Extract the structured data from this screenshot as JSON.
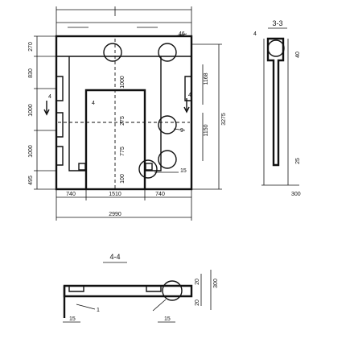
{
  "bottom_dimensions": {
    "left_segment": "740",
    "middle_segment": "1510",
    "right_segment": "740",
    "overall_width": "2990"
  },
  "left_dimensions": {
    "top_band": "270",
    "upper_band": "830",
    "middle_band": "1000",
    "lower_band": "1000",
    "bottom_band": "495"
  },
  "right_dimensions": {
    "overall_height": "3275",
    "upper_height": "1168",
    "lower_height": "1150"
  },
  "inner_dimensions": {
    "opening_height_upper": "1000",
    "opening_height_mid": "275",
    "opening_height_low": "775",
    "bottom_small": "100",
    "opening_label": "4"
  },
  "section_labels": {
    "section_3": "3-3",
    "section_4": "4-4",
    "cut_mark_4": "4"
  },
  "section_3_dimensions": {
    "width": "300",
    "bottom": "25",
    "top": "40"
  },
  "section_4_dimensions": {
    "height": "300",
    "top": "20",
    "bottom": "20",
    "left_offset": "15",
    "right_offset": "15"
  },
  "callouts": {
    "detail_top": "46",
    "detail_right": "9",
    "detail_bottom": "15",
    "position_1": "1",
    "position_4": "4"
  }
}
